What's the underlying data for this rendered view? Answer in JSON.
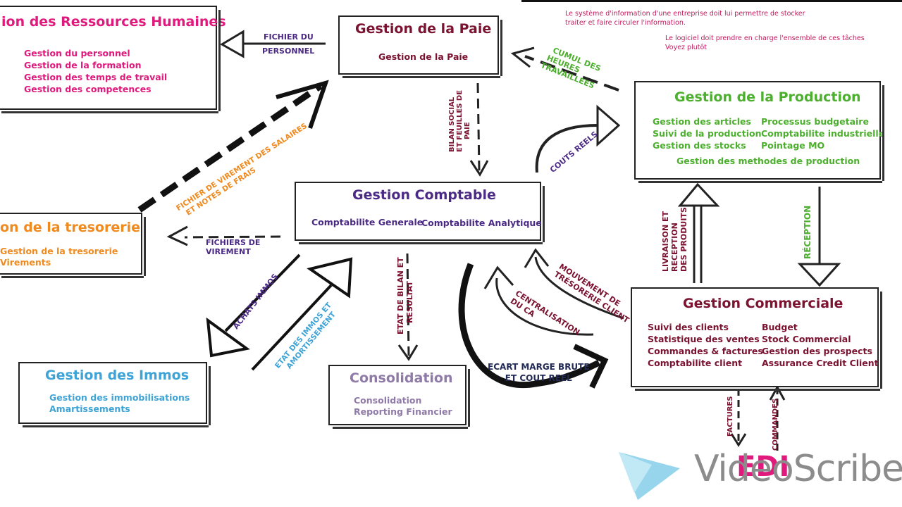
{
  "boxes": {
    "rh": {
      "title": "ion des Ressources Humaines",
      "items": [
        "Gestion du personnel",
        "Gestion de la formation",
        "Gestion des temps de travail",
        "Gestion des competences"
      ]
    },
    "paie": {
      "title": "Gestion de la Paie",
      "items": [
        "Gestion de la Paie"
      ]
    },
    "production": {
      "title": "Gestion de la Production",
      "items_left": [
        "Gestion des articles",
        "Suivi de la production",
        "Gestion des stocks"
      ],
      "items_right": [
        "Processus budgetaire",
        "Comptabilite industrielle",
        "Pointage MO"
      ],
      "items_bottom": "Gestion des methodes de production"
    },
    "tresorerie": {
      "title": "on de la tresorerie",
      "items": [
        "Gestion de la tresorerie",
        "Virements"
      ]
    },
    "comptable": {
      "title": "Gestion Comptable",
      "items": [
        "Comptabilite Generale",
        "Comptabilite Analytique"
      ]
    },
    "commerciale": {
      "title": "Gestion Commerciale",
      "items_left": [
        "Suivi des clients",
        "Statistique des ventes",
        "Commandes & factures",
        "Comptabilite client"
      ],
      "items_right": [
        "Budget",
        "Stock Commercial",
        "Gestion des prospects",
        "Assurance Credit Client"
      ]
    },
    "immos": {
      "title": "Gestion des Immos",
      "items": [
        "Gestion des immobilisations",
        "Amartissements"
      ]
    },
    "consolidation": {
      "title": "Consolidation",
      "items": [
        "Consolidation",
        "Reporting Financier"
      ]
    }
  },
  "labels": {
    "fichier_personnel": [
      "FICHIER DU",
      "PERSONNEL"
    ],
    "cumul_heures": [
      "CUMUL DES",
      "HEURES",
      "TRAVAILLEES"
    ],
    "bilan_social": [
      "BILAN SOCIAL",
      "ET FEUILLES DE",
      "PAIE"
    ],
    "couts_reels": "COUTS REELS",
    "fichier_virement_salaires": [
      "FICHIER DE VIREMENT DES SALAIRES",
      "ET NOTES DE FRAIS"
    ],
    "fichiers_virement": [
      "FICHIERS DE",
      "VIREMENT"
    ],
    "livraison": [
      "LIVRAISON ET",
      "RECEPTION",
      "DES PRODUITS"
    ],
    "reception": "RÉCEPTION",
    "achats_immos": "ACHATS IMMOS",
    "etat_immos": [
      "ETAT DES IMMOS ET",
      "AMORTISSEMENT"
    ],
    "etat_bilan": [
      "ETAT DE BILAN ET",
      "RESULTAT"
    ],
    "mouvement_tresorerie": [
      "MOUVEMENT DE",
      "TRÉSORERIE CLIENT"
    ],
    "centralisation": [
      "CENTRALISATION",
      "DU CA"
    ],
    "ecart_marge": [
      "ECART MARGE BRUTE",
      "ET COUT REEL"
    ],
    "factures": "FACTURES",
    "commandes": "COMMANDES"
  },
  "notes": {
    "line1": "Le système d'information d'une entreprise doit lui permettre de stocker",
    "line2": "traiter et faire circuler l'information.",
    "line3": "Le logiciel doit prendre en charge l'ensemble de ces tâches",
    "line4": "Voyez plutôt"
  },
  "watermark": {
    "edi": "EDI",
    "brand": "VideoScribe"
  },
  "colors": {
    "pink": "#e0197d",
    "maroon": "#7a1230",
    "green": "#4caf2e",
    "orange": "#ef8a1e",
    "purple": "#4b2a86",
    "blue": "#3fa3d6",
    "gray_purple": "#8f7aa8"
  }
}
